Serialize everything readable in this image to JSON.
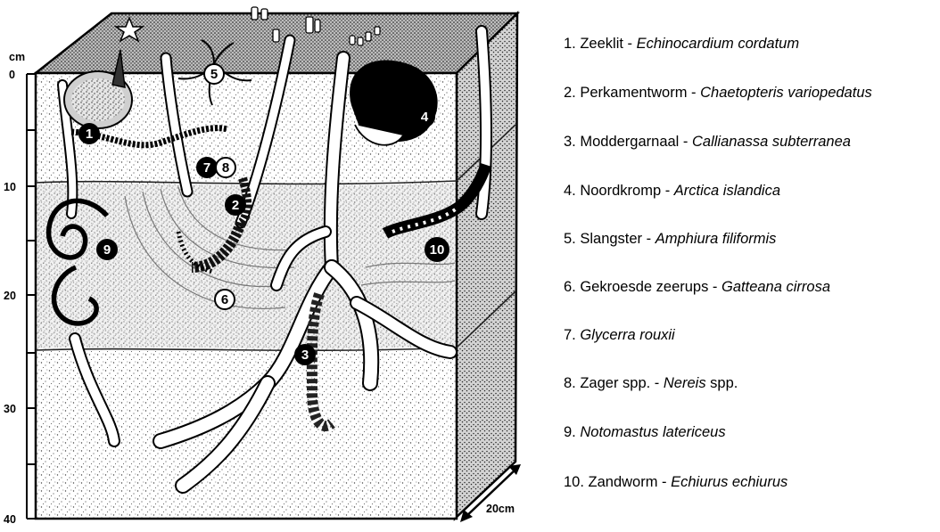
{
  "axis": {
    "unit": "cm",
    "ticks": [
      "0",
      "10",
      "20",
      "30",
      "40"
    ]
  },
  "scale_label": "20cm",
  "markers": [
    {
      "id": "1",
      "style": "filled"
    },
    {
      "id": "2",
      "style": "filled"
    },
    {
      "id": "3",
      "style": "filled"
    },
    {
      "id": "4",
      "style": "filled"
    },
    {
      "id": "5",
      "style": "outline"
    },
    {
      "id": "6",
      "style": "outline"
    },
    {
      "id": "7",
      "style": "filled"
    },
    {
      "id": "8",
      "style": "outline"
    },
    {
      "id": "9",
      "style": "filled"
    },
    {
      "id": "10",
      "style": "filled"
    }
  ],
  "legend": [
    {
      "prefix": "1. Zeeklit - ",
      "scientific": "Echinocardium cordatum",
      "suffix": ""
    },
    {
      "prefix": "2. Perkamentworm - ",
      "scientific": "Chaetopteris variopedatus",
      "suffix": ""
    },
    {
      "prefix": "3. Moddergarnaal - ",
      "scientific": "Callianassa subterranea",
      "suffix": ""
    },
    {
      "prefix": "4. Noordkromp - ",
      "scientific": "Arctica islandica",
      "suffix": ""
    },
    {
      "prefix": "5. Slangster - ",
      "scientific": "Amphiura filiformis",
      "suffix": ""
    },
    {
      "prefix": "6. Gekroesde zeerups - ",
      "scientific": "Gatteana cirrosa",
      "suffix": ""
    },
    {
      "prefix": "7. ",
      "scientific": "Glycerra rouxii",
      "suffix": ""
    },
    {
      "prefix": "8. Zager spp. - ",
      "scientific": "Nereis",
      "suffix": " spp."
    },
    {
      "prefix": "9. ",
      "scientific": "Notomastus latericeus",
      "suffix": ""
    },
    {
      "prefix": "10. Zandworm - ",
      "scientific": "Echiurus echiurus",
      "suffix": ""
    }
  ]
}
